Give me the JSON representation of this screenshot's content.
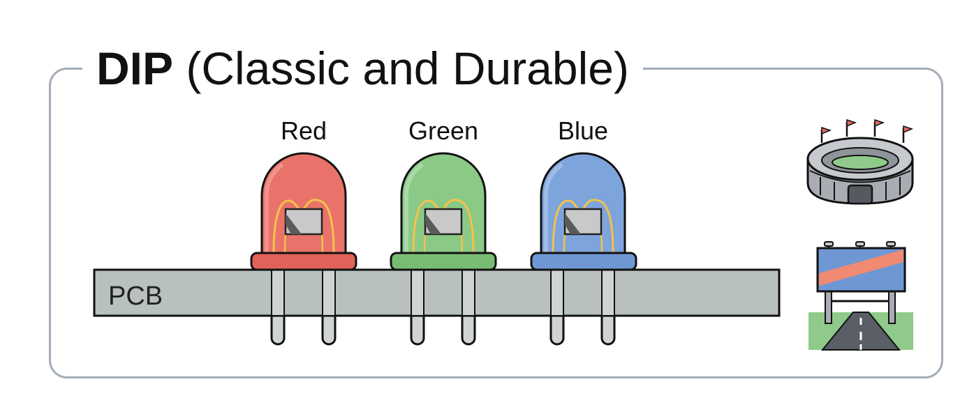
{
  "title": {
    "bold": "DIP",
    "rest": " (Classic and Durable)"
  },
  "pcb": {
    "label": "PCB"
  },
  "leds": [
    {
      "label": "Red",
      "dome": "#e9726a",
      "dome_shade": "#d9554e",
      "base": "#e0625b"
    },
    {
      "label": "Green",
      "dome": "#8bc987",
      "dome_shade": "#6fb46b",
      "base": "#79bd75"
    },
    {
      "label": "Blue",
      "dome": "#7ea4dc",
      "dome_shade": "#6088c9",
      "base": "#6e97d3"
    }
  ],
  "icons": [
    "stadium-icon",
    "billboard-road-icon"
  ],
  "colors": {
    "frame": "#a3acb8",
    "pcb": "#b9c0c0",
    "lead": "#d0d4d4",
    "filament": "#f3c34a"
  }
}
